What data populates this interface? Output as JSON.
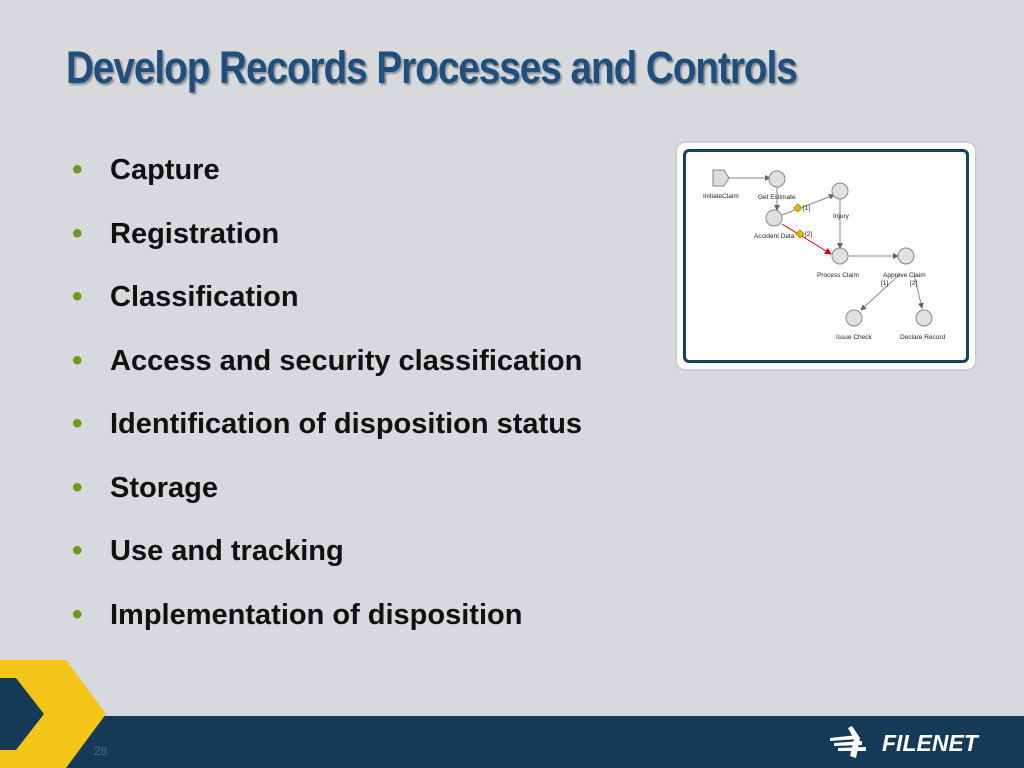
{
  "slide": {
    "title": "Develop Records Processes and Controls",
    "bullets": [
      "Capture",
      "Registration",
      "Classification",
      "Access and security classification",
      "Identification of disposition status",
      "Storage",
      "Use and tracking",
      "Implementation of disposition"
    ],
    "page_number": "28"
  },
  "diagram": {
    "nodes": {
      "initiate_claim": "InitiateClaim",
      "get_estimate": "Get Estimate",
      "injury": "Injury",
      "accident_data": "Accident Data",
      "process_claim": "Process Claim",
      "approve_claim": "Approve Claim",
      "issue_check": "Issue Check",
      "declare_record": "Declare Record"
    },
    "branch_labels": {
      "injury_branch": "[1]",
      "accident_branch": "[2]",
      "approve_1": "[1]",
      "approve_2": "[2]"
    }
  },
  "footer": {
    "brand": "FILENET"
  },
  "colors": {
    "background": "#d7d9dd",
    "title": "#1f4f7d",
    "bullet": "#6e9a1f",
    "footer": "#153a58",
    "chevron_yellow": "#f5c518"
  }
}
